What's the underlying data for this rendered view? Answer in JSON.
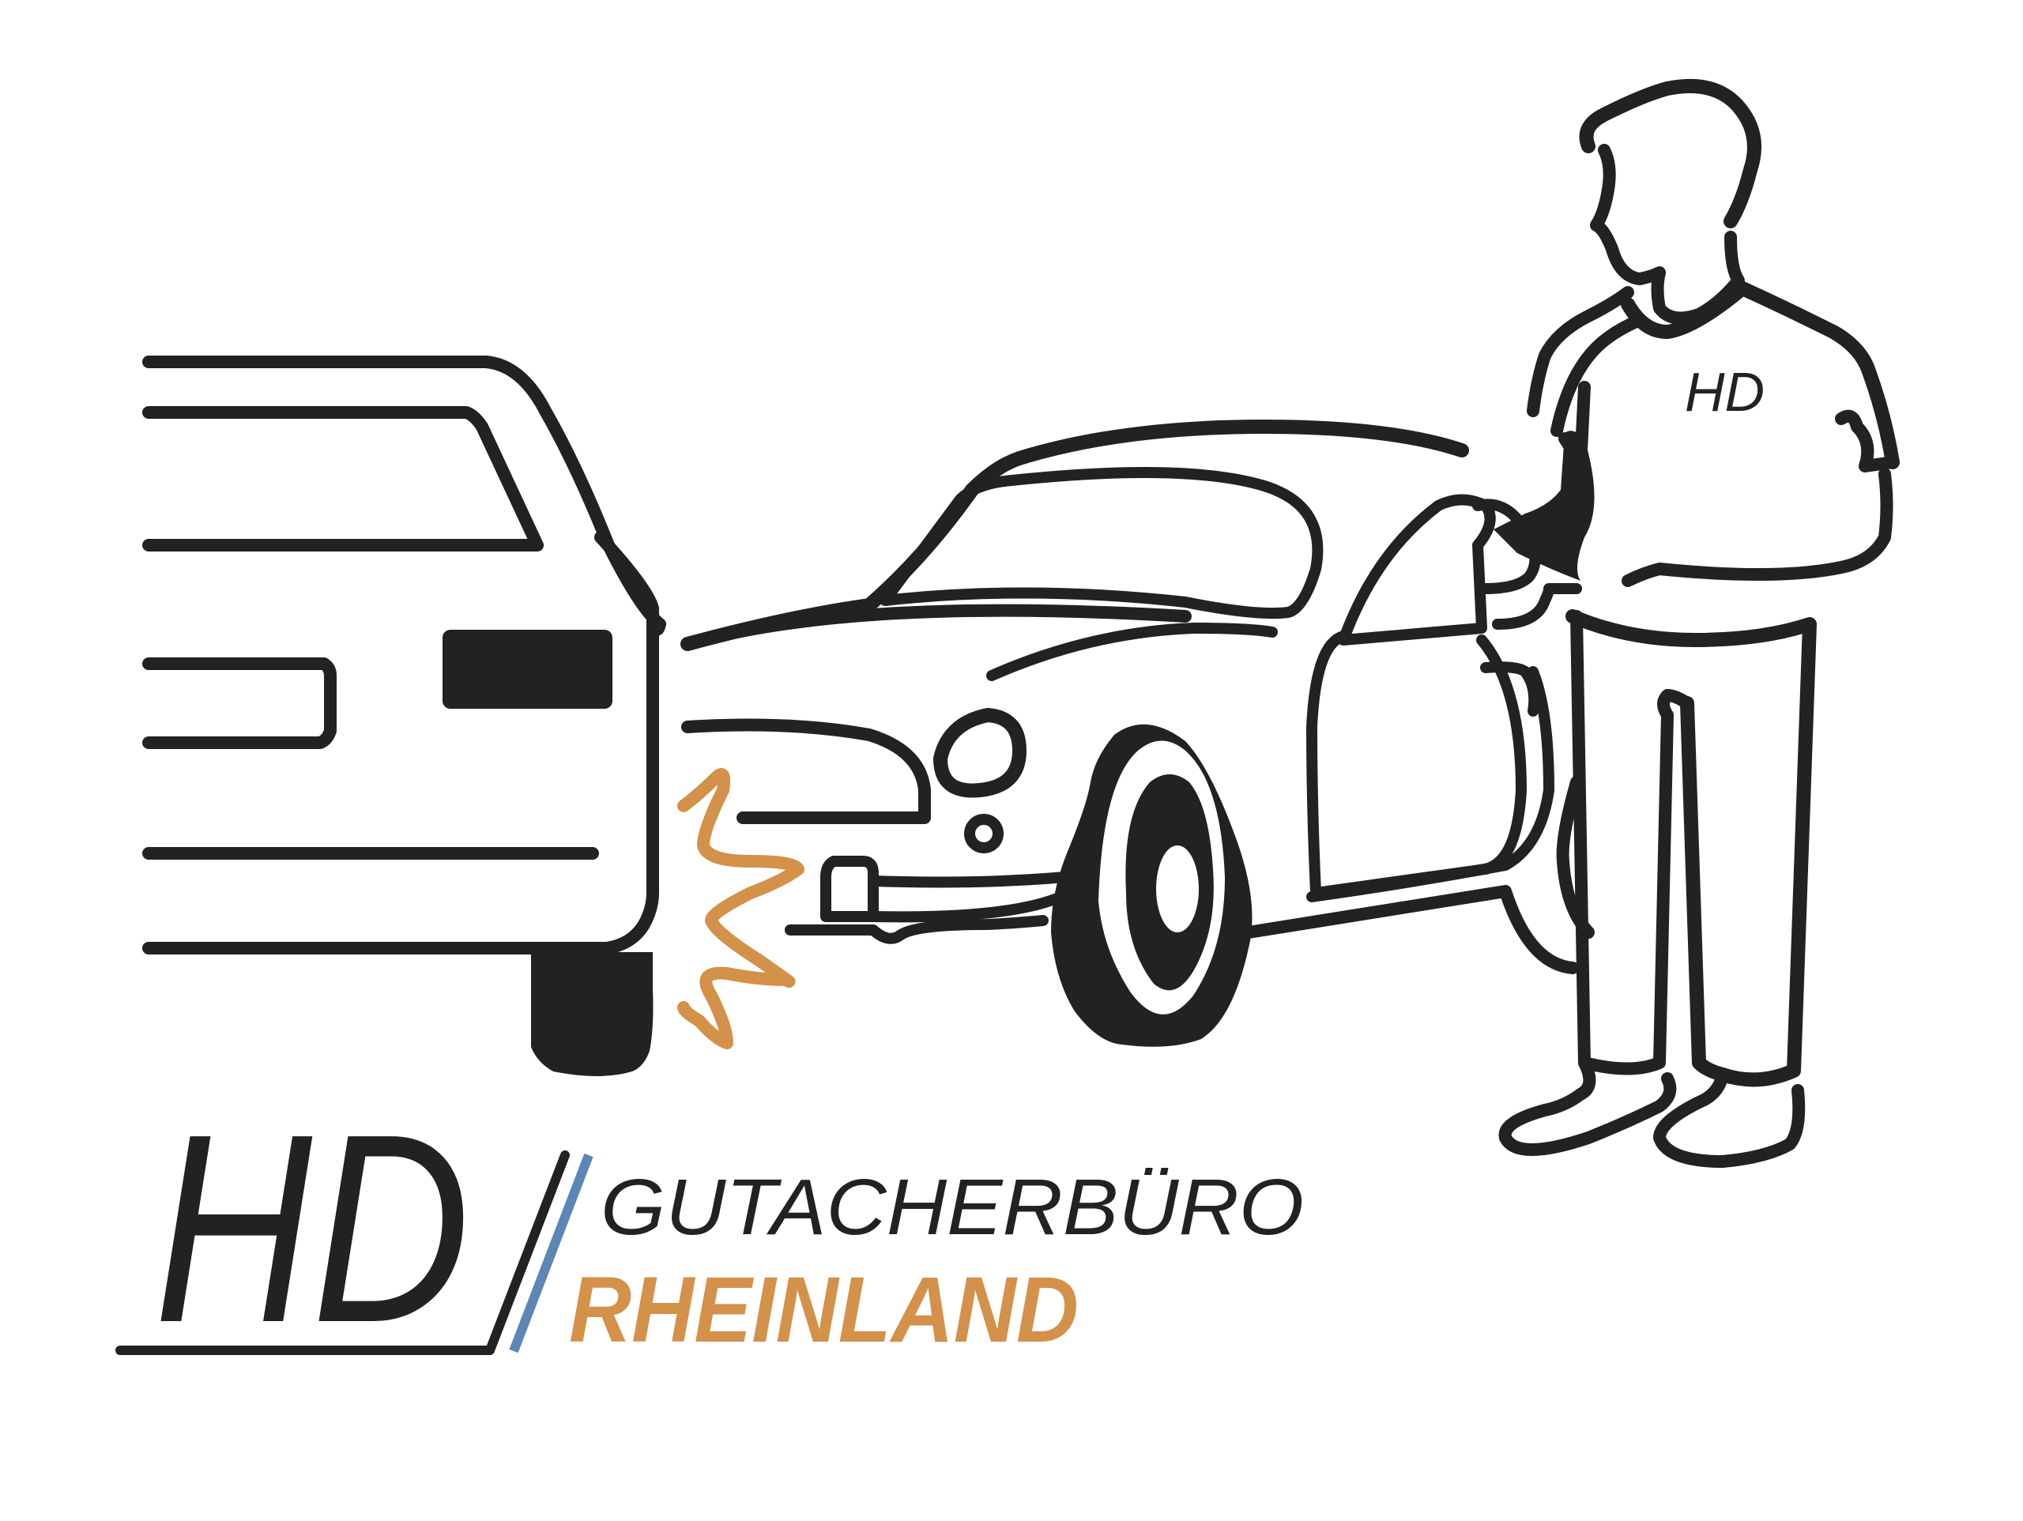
{
  "logo": {
    "monogram": "HD",
    "shirt_monogram": "HD",
    "tagline": "GUTACHERBÜRO",
    "region": "RHEINLAND"
  },
  "colors": {
    "ink": "#222222",
    "accent_orange": "#D4914A",
    "accent_blue": "#5B86B6",
    "background": "#FFFFFF"
  },
  "icons": {
    "car_front": "speeding-car-front",
    "car_side": "damaged-sports-car",
    "impact": "collision-spark",
    "person": "appraiser-with-clipboard"
  }
}
